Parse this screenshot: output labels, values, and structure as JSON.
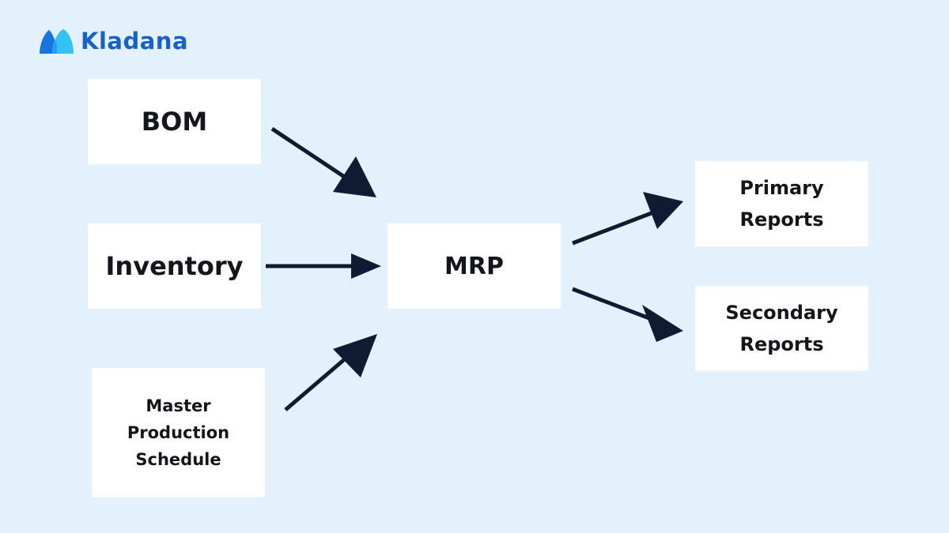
{
  "brand": {
    "name": "Kladana",
    "logo_icon": "two-drop-mountain-logo",
    "colors": {
      "wordmark": "#1762c4",
      "logo_dark": "#1a73e0",
      "logo_light": "#35c1f4"
    }
  },
  "diagram": {
    "nodes": {
      "bom": "BOM",
      "inventory": "Inventory",
      "mps": [
        "Master",
        "Production",
        "Schedule"
      ],
      "mrp": "MRP",
      "primary": [
        "Primary",
        "Reports"
      ],
      "secondary": [
        "Secondary",
        "Reports"
      ]
    },
    "edges": [
      {
        "from": "BOM",
        "to": "MRP"
      },
      {
        "from": "Inventory",
        "to": "MRP"
      },
      {
        "from": "Master Production Schedule",
        "to": "MRP"
      },
      {
        "from": "MRP",
        "to": "Primary Reports"
      },
      {
        "from": "MRP",
        "to": "Secondary Reports"
      }
    ],
    "colors": {
      "background": "#e2f1fb",
      "box": "#ffffff",
      "text": "#14161c",
      "arrow": "#101a33"
    }
  }
}
